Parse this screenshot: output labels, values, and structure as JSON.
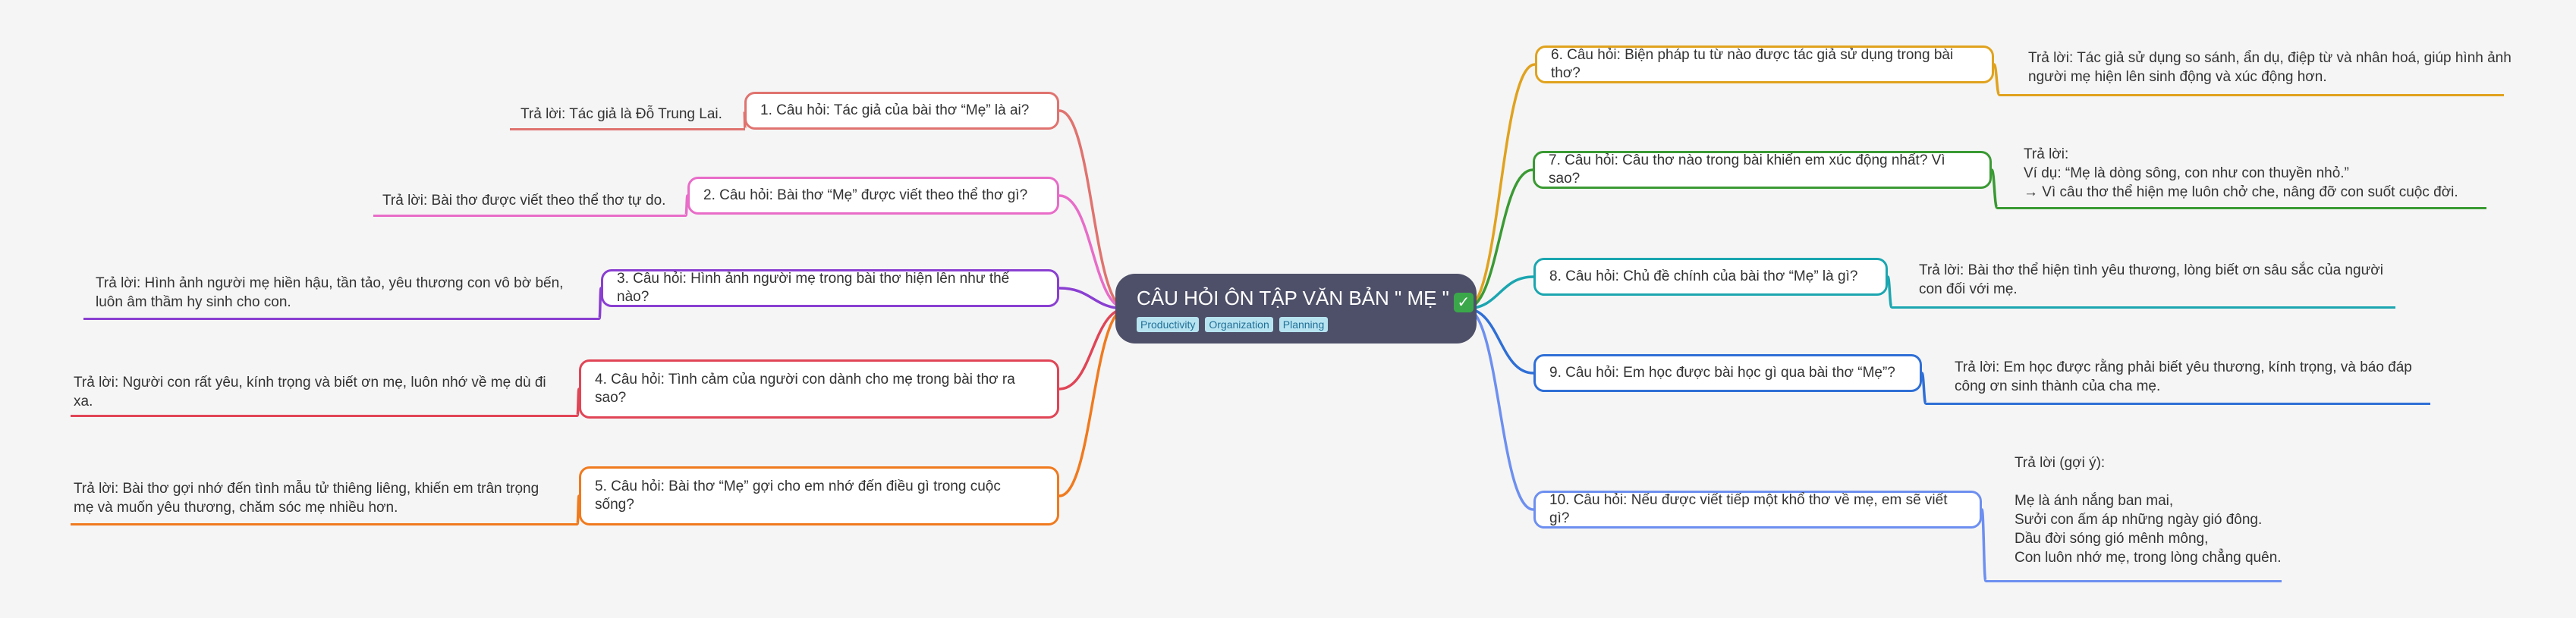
{
  "root": {
    "title": "CÂU HỎI ÔN TẬP VĂN BẢN \" MẸ \"",
    "check_icon": "✓",
    "tags": [
      "Productivity",
      "Organization",
      "Planning"
    ]
  },
  "branches": [
    {
      "question": "1. Câu hỏi: Tác giả của bài thơ “Mẹ” là ai?",
      "answer": "Trả lời: Tác giả là Đỗ Trung Lai.",
      "color": "#e0736f"
    },
    {
      "question": "2. Câu hỏi: Bài thơ “Mẹ” được viết theo thể thơ gì?",
      "answer": "Trả lời: Bài thơ được viết theo thể thơ tự do.",
      "color": "#e86cc8"
    },
    {
      "question": "3. Câu hỏi: Hình ảnh người mẹ trong bài thơ hiện lên như thế nào?",
      "answer": "Trả lời: Hình ảnh người mẹ hiền hậu, tần tảo, yêu thương con vô bờ bến,\nluôn âm thầm hy sinh cho con.",
      "color": "#8a3fd1"
    },
    {
      "question": "4. Câu hỏi: Tình cảm của người con dành cho mẹ trong bài thơ ra sao?",
      "answer": "Trả lời: Người con rất yêu, kính trọng và biết ơn mẹ, luôn nhớ về mẹ dù đi\nxa.",
      "color": "#e04556"
    },
    {
      "question": "5. Câu hỏi: Bài thơ “Mẹ” gợi cho em nhớ đến điều gì trong cuộc sống?",
      "answer": "Trả lời: Bài thơ gợi nhớ đến tình mẫu tử thiêng liêng, khiến em trân trọng\nmẹ và muốn yêu thương, chăm sóc mẹ nhiều hơn.",
      "color": "#f07a1e"
    },
    {
      "question": "6. Câu hỏi: Biện pháp tu từ nào được tác giả sử dụng trong bài thơ?",
      "answer": "Trả lời: Tác giả sử dụng so sánh, ẩn dụ, điệp từ và nhân hoá, giúp hình ảnh\nngười mẹ hiện lên sinh động và xúc động hơn.",
      "color": "#e0a21e"
    },
    {
      "question": "7. Câu hỏi: Câu thơ nào trong bài khiến em xúc động nhất? Vì sao?",
      "answer": "Trả lời:\nVí dụ: “Mẹ là dòng sông, con như con thuyền nhỏ.”\n→ Vì câu thơ thể hiện mẹ luôn chở che, nâng đỡ con suốt cuộc đời.",
      "color": "#3a9a33"
    },
    {
      "question": "8. Câu hỏi: Chủ đề chính của bài thơ “Mẹ” là gì?",
      "answer": "Trả lời: Bài thơ thể hiện tình yêu thương, lòng biết ơn sâu sắc của người\ncon đối với mẹ.",
      "color": "#1ba6b0"
    },
    {
      "question": "9. Câu hỏi: Em học được bài học gì qua bài thơ “Mẹ”?",
      "answer": "Trả lời: Em học được rằng phải biết yêu thương, kính trọng, và báo đáp\ncông ơn sinh thành của cha mẹ.",
      "color": "#2f6fd6"
    },
    {
      "question": "10. Câu hỏi: Nếu được viết tiếp một khổ thơ về mẹ, em sẽ viết gì?",
      "answer": "Trả lời (gợi ý):\n\nMẹ là ánh nắng ban mai,\nSưởi con ấm áp những ngày gió đông.\nDầu đời sóng gió mênh mông,\nCon luôn nhớ mẹ, trong lòng chẳng quên.",
      "color": "#6d8ff0"
    }
  ]
}
